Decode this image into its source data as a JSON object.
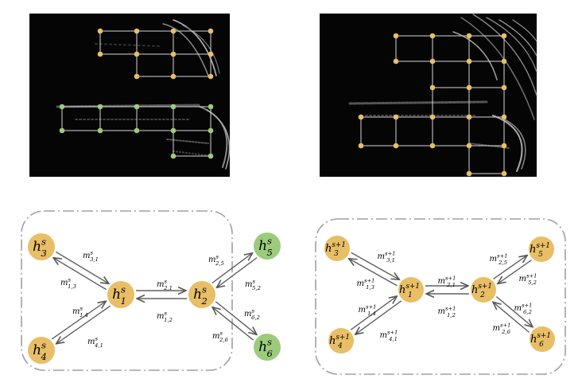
{
  "colors": {
    "orange_node": "#E8BE66",
    "green_node": "#9CCB7B",
    "grid_edge": "#d8d8d8",
    "graph_edge": "#606060",
    "frame": "#a0a0a0",
    "panel_bg": "#050505"
  },
  "left_graph": {
    "nodes": [
      {
        "id": "h3",
        "base": "h",
        "sub": "3",
        "sup": "s",
        "color": "orange"
      },
      {
        "id": "h4",
        "base": "h",
        "sub": "4",
        "sup": "s",
        "color": "orange"
      },
      {
        "id": "h1",
        "base": "h",
        "sub": "1",
        "sup": "s",
        "color": "orange"
      },
      {
        "id": "h2",
        "base": "h",
        "sub": "2",
        "sup": "s",
        "color": "orange"
      },
      {
        "id": "h5",
        "base": "h",
        "sub": "5",
        "sup": "s",
        "color": "green"
      },
      {
        "id": "h6",
        "base": "h",
        "sub": "6",
        "sup": "s",
        "color": "green"
      }
    ],
    "messages": [
      {
        "id": "m31",
        "base": "m",
        "sub": "3,1",
        "sup": "s"
      },
      {
        "id": "m13",
        "base": "m",
        "sub": "1,3",
        "sup": "s"
      },
      {
        "id": "m14",
        "base": "m",
        "sub": "1,4",
        "sup": "s"
      },
      {
        "id": "m41",
        "base": "m",
        "sub": "4,1",
        "sup": "s"
      },
      {
        "id": "m21",
        "base": "m",
        "sub": "2,1",
        "sup": "s"
      },
      {
        "id": "m12",
        "base": "m",
        "sub": "1,2",
        "sup": "s"
      },
      {
        "id": "m25",
        "base": "m",
        "sub": "2,5",
        "sup": "s"
      },
      {
        "id": "m52",
        "base": "m",
        "sub": "5,2",
        "sup": "s"
      },
      {
        "id": "m62",
        "base": "m",
        "sub": "6,2",
        "sup": "s"
      },
      {
        "id": "m26",
        "base": "m",
        "sub": "2,6",
        "sup": "s"
      }
    ]
  },
  "right_graph": {
    "nodes": [
      {
        "id": "h3",
        "base": "h",
        "sub": "3",
        "sup": "s+1",
        "color": "orange"
      },
      {
        "id": "h4",
        "base": "h",
        "sub": "4",
        "sup": "s+1",
        "color": "orange"
      },
      {
        "id": "h1",
        "base": "h",
        "sub": "1",
        "sup": "s+1",
        "color": "orange"
      },
      {
        "id": "h2",
        "base": "h",
        "sub": "2",
        "sup": "s+1",
        "color": "orange"
      },
      {
        "id": "h5",
        "base": "h",
        "sub": "5",
        "sup": "s+1",
        "color": "orange"
      },
      {
        "id": "h6",
        "base": "h",
        "sub": "6",
        "sup": "s+1",
        "color": "orange"
      }
    ],
    "messages": [
      {
        "id": "m31",
        "base": "m",
        "sub": "3,1",
        "sup": "s+1"
      },
      {
        "id": "m13",
        "base": "m",
        "sub": "1,3",
        "sup": "s+1"
      },
      {
        "id": "m14",
        "base": "m",
        "sub": "1,4",
        "sup": "s+1"
      },
      {
        "id": "m41",
        "base": "m",
        "sub": "4,1",
        "sup": "s+1"
      },
      {
        "id": "m21",
        "base": "m",
        "sub": "2,1",
        "sup": "s+1"
      },
      {
        "id": "m12",
        "base": "m",
        "sub": "1,2",
        "sup": "s+1"
      },
      {
        "id": "m25",
        "base": "m",
        "sub": "2,5",
        "sup": "s+1"
      },
      {
        "id": "m52",
        "base": "m",
        "sub": "5,2",
        "sup": "s+1"
      },
      {
        "id": "m62",
        "base": "m",
        "sub": "6,2",
        "sup": "s+1"
      },
      {
        "id": "m26",
        "base": "m",
        "sub": "2,6",
        "sup": "s+1"
      }
    ]
  }
}
